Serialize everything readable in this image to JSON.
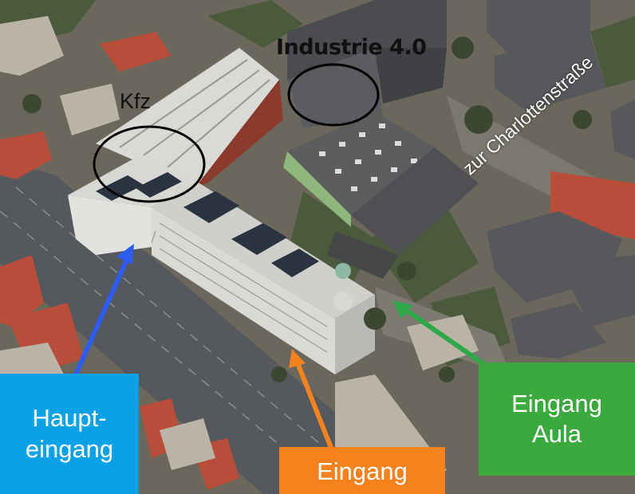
{
  "labels": {
    "kfz": "Kfz",
    "industrie": "Industrie 4.0",
    "street": "zur Charlottenstraße"
  },
  "callouts": {
    "main_entrance": {
      "line1": "Haupt-",
      "line2": "eingang",
      "color": "#0aa2e6",
      "arrow_color": "#2e5cf2"
    },
    "aula_entrance": {
      "line1": "Eingang",
      "line2": "Aula",
      "color": "#3aaa3d",
      "arrow_color": "#2ea84a"
    },
    "entrance": {
      "line1": "Eingang",
      "color": "#f5821f",
      "arrow_color": "#f5821f"
    }
  },
  "colors": {
    "road": "#55585c",
    "building_roof": "#c9c9c6",
    "dark_roof": "#4d4f52",
    "red_roof": "#b84d3c",
    "greenery": "#4a5a3a",
    "highlight_ring": "#000000"
  }
}
